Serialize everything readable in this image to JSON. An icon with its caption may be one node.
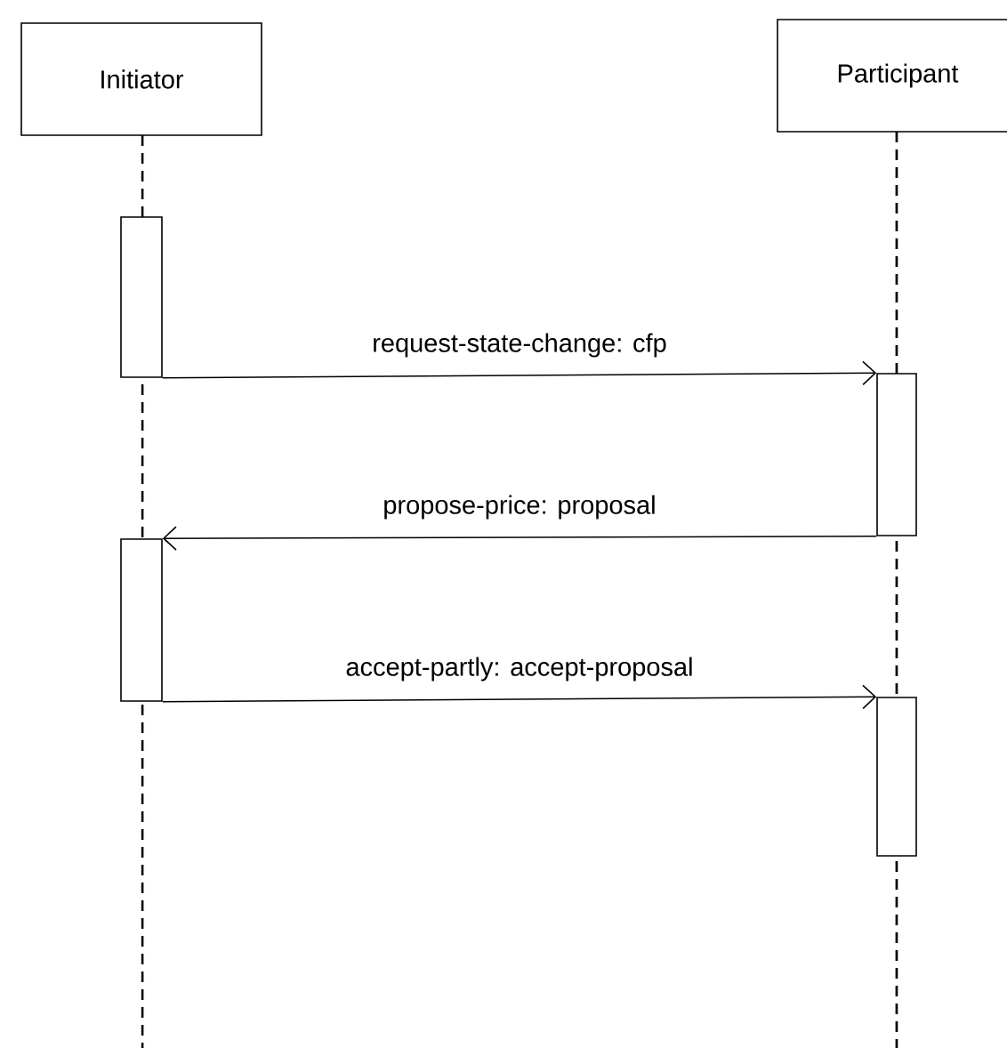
{
  "diagram": {
    "nodes": [
      {
        "text": [
          "Initiator"
        ]
      },
      {
        "text": [
          "Participant"
        ]
      },
      {
        "text": [],
        "shape": "bar"
      },
      {
        "text": [],
        "shape": "bar"
      },
      {
        "text": [],
        "shape": "bar"
      },
      {
        "text": [],
        "shape": "bar"
      }
    ],
    "edges": [
      {
        "from": 2,
        "to": 3,
        "arrow": "to",
        "label": "request-state-change: cfp"
      },
      {
        "from": 3,
        "to": 4,
        "arrow": "to",
        "label": "propose-price: proposal"
      },
      {
        "from": 4,
        "to": 5,
        "arrow": "to",
        "label": "accept-partly: accept-proposal"
      }
    ]
  }
}
